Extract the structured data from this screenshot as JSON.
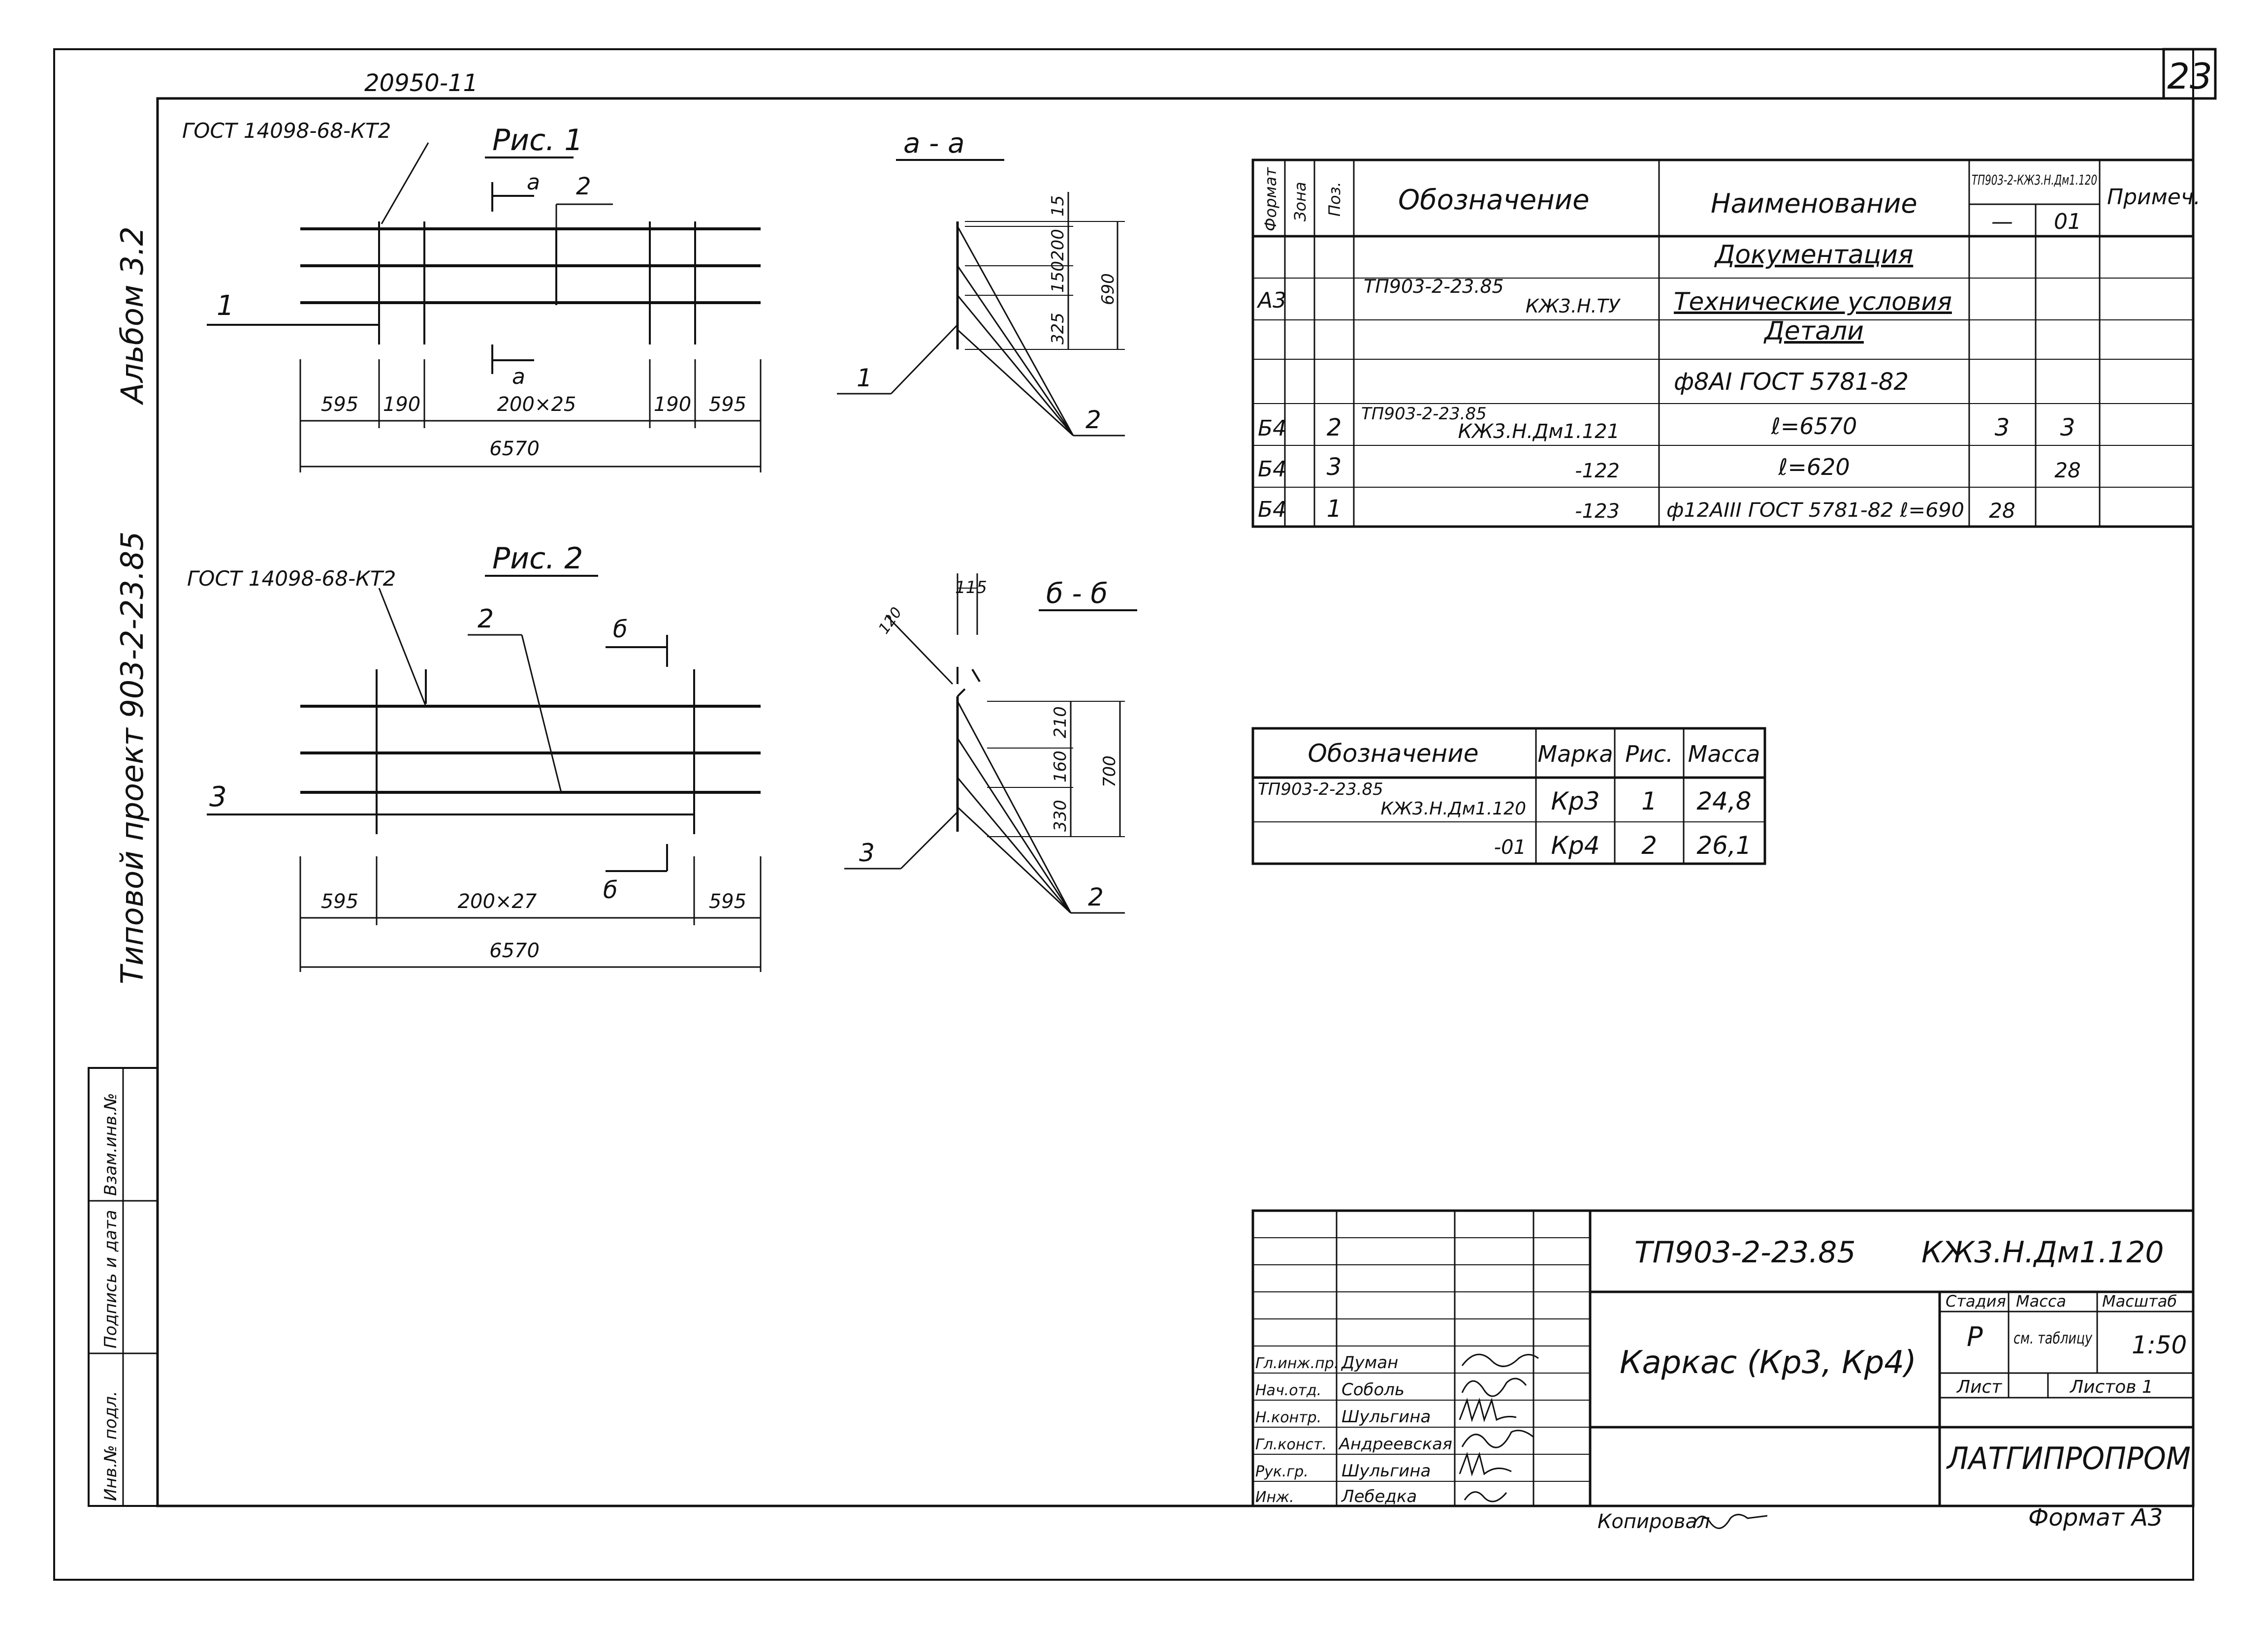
{
  "sheet": {
    "number": "23",
    "archive_no": "20950-11",
    "side_labels": [
      "Альбом 3.2",
      "Типовой    проект  903-2-23.85"
    ],
    "bottom_left_labels": [
      "Инв.№ подл.",
      "Подпись и дата",
      "Взам.инв.№"
    ],
    "copier": "Копировал",
    "format": "Формат  А3"
  },
  "fig1": {
    "weld_ref": "ГОСТ 14098-68-КТ2",
    "title": "Рис. 1",
    "cut_label": "а",
    "callout_bar": "2",
    "callout_left": "1",
    "dims": [
      "595",
      "190",
      "200×25",
      "190",
      "595"
    ],
    "total": "6570"
  },
  "section_a": {
    "title": "а - а",
    "dims": [
      "15",
      "200",
      "150",
      "325"
    ],
    "total": "690",
    "callout_1": "1",
    "callout_2": "2"
  },
  "fig2": {
    "weld_ref": "ГОСТ 14098-68-КТ2",
    "title": "Рис. 2",
    "cut_label": "б",
    "callout_bar": "2",
    "callout_left": "3",
    "dims": [
      "595",
      "200×27",
      "595"
    ],
    "total": "6570"
  },
  "section_b": {
    "title": "б - б",
    "dim_top": "115",
    "dim_angle": "120",
    "dims": [
      "210",
      "160",
      "330"
    ],
    "total": "700",
    "callout_3": "3",
    "callout_2": "2"
  },
  "spec": {
    "headers": {
      "format": "Формат",
      "zone": "Зона",
      "pos": "Поз.",
      "designation": "Обозначение",
      "name": "Наименование",
      "qty_doc": "ТП903-2-КЖ3.Н.Дм1.120",
      "qty_a": "—",
      "qty_b": "01",
      "note": "Примеч."
    },
    "rows": [
      {
        "format": "",
        "zone": "",
        "pos": "",
        "designation": "",
        "designation_sub": "",
        "name": "Документация",
        "qty_a": "",
        "qty_b": "",
        "note": ""
      },
      {
        "format": "А3",
        "zone": "",
        "pos": "",
        "designation": "ТП903-2-23.85",
        "designation_sub": "КЖ3.Н.ТУ",
        "name": "Технические условия",
        "qty_a": "",
        "qty_b": "",
        "note": ""
      },
      {
        "format": "",
        "zone": "",
        "pos": "",
        "designation": "",
        "designation_sub": "",
        "name": "Детали",
        "qty_a": "",
        "qty_b": "",
        "note": ""
      },
      {
        "format": "",
        "zone": "",
        "pos": "",
        "designation": "",
        "designation_sub": "",
        "name": "ф8АI  ГОСТ 5781-82",
        "qty_a": "",
        "qty_b": "",
        "note": ""
      },
      {
        "format": "Б4",
        "zone": "",
        "pos": "2",
        "designation": "ТП903-2-23.85",
        "designation_sub": "КЖ3.Н.Дм1.121",
        "name": "ℓ=6570",
        "qty_a": "3",
        "qty_b": "3",
        "note": ""
      },
      {
        "format": "Б4",
        "zone": "",
        "pos": "3",
        "designation": "",
        "designation_sub": "-122",
        "name": "ℓ=620",
        "qty_a": "",
        "qty_b": "28",
        "note": ""
      },
      {
        "format": "Б4",
        "zone": "",
        "pos": "1",
        "designation": "",
        "designation_sub": "-123",
        "name": "ф12АIII ГОСТ 5781-82 ℓ=690",
        "qty_a": "28",
        "qty_b": "",
        "note": ""
      }
    ]
  },
  "mass_table": {
    "headers": [
      "Обозначение",
      "Марка",
      "Рис.",
      "Масса"
    ],
    "rows": [
      {
        "designation": "ТП903-2-23.85",
        "designation_sub": "КЖ3.Н.Дм1.120",
        "mark": "Кр3",
        "fig": "1",
        "mass": "24,8"
      },
      {
        "designation": "",
        "designation_sub": "-01",
        "mark": "Кр4",
        "fig": "2",
        "mass": "26,1"
      }
    ]
  },
  "title_block": {
    "code": "ТП903-2-23.85       КЖ3.Н.Дм1.120",
    "name": "Каркас  (Кр3, Кр4)",
    "stage_label": "Стадия",
    "mass_label": "Масса",
    "scale_label": "Масштаб",
    "stage": "Р",
    "mass": "см. таблицу",
    "scale": "1:50",
    "sheet_label": "Лист",
    "sheets_label": "Листов 1",
    "org": "ЛАТГИПРОПРОМ",
    "people": [
      {
        "role": "Гл.инж.пр.",
        "name": "Думан"
      },
      {
        "role": "Нач.отд.",
        "name": "Соболь"
      },
      {
        "role": "Н.контр.",
        "name": "Шульгина"
      },
      {
        "role": "Гл.конст.",
        "name": "Андреевская"
      },
      {
        "role": "Рук.гр.",
        "name": "Шульгина"
      },
      {
        "role": "Инж.",
        "name": "Лебедка"
      }
    ]
  }
}
